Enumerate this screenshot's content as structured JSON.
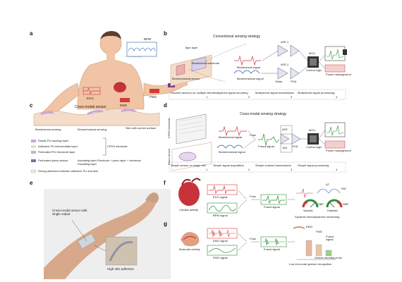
{
  "panels": {
    "a": "a",
    "b": "b",
    "c": "c",
    "d": "d",
    "e": "e",
    "f": "f",
    "g": "g"
  },
  "panel_a": {
    "ecg": "ECG",
    "emg": "EMG",
    "fmg": "FMG",
    "bpw": "BPW"
  },
  "panel_b": {
    "title": "Conventional sensing strategy",
    "sensor_label": "Biomechanical sensor",
    "electrode_label": "Bioelectrical electrode",
    "tape_label": "Tape layer",
    "bioelectrical": "Bioelectrical signal",
    "biomechanical": "Biomechanical signal",
    "amp1": "AFE 1",
    "amp2": "AFE 2",
    "pga": "PGA",
    "vbias": "Vbias",
    "mcu": "MCU",
    "control_logic": "Control logic",
    "power": "Power management",
    "steps": [
      {
        "text": "Discrete sensors on multiple sites",
        "num": "1"
      },
      {
        "text": "Multiplexed signal recording",
        "num": "2"
      },
      {
        "text": "Multiplexed signal transmission",
        "num": "3"
      },
      {
        "text": "Multiplexed signal processing",
        "num": "4"
      }
    ]
  },
  "panel_c": {
    "title": "Cross-modal sensor",
    "bioelectrical": "Bioelectrical sensing",
    "biomechanical": "Biomechanical sensing",
    "skin": "Skin with curved surface",
    "legend": [
      {
        "text": "Elastic PU backing layer",
        "color": "#c9a6d8"
      },
      {
        "text": "Adhesive PU intermediate layer",
        "color": "#f3d9b8"
      },
      {
        "text": "Perforated PU electrode layer",
        "color": "#b9b9c2"
      },
      {
        "text": "Perforated piezo-sensor",
        "color": "#8a6a9a"
      }
    ],
    "bracket_label": "CPHS electrode",
    "insulating_note": "Insulating layer Electrode + piezo layer + electrode Insulating layer",
    "adhesion_note": "Strong adhesion between adhesive PU and skin"
  },
  "panel_d": {
    "title": "Cross-modal sensing strategy",
    "side1": "CPHS electrode",
    "side2": "Piezo sensor",
    "bioelectrical": "Bioelectrical signal",
    "biomechanical": "Biomechanical signal",
    "fuse": "Fuse",
    "fused": "Fused signal",
    "amp": "AFE",
    "buf": "Buf",
    "pga": "PGA",
    "mcu": "MCU",
    "control_logic": "Control logic",
    "power": "Power management",
    "steps": [
      {
        "text": "Simple sensor on single site",
        "num": "1"
      },
      {
        "text": "Simple signal acquisition",
        "num": "2"
      },
      {
        "text": "Simple channel transmission",
        "num": "3"
      },
      {
        "text": "Simple signal processing",
        "num": "4"
      }
    ]
  },
  "panel_e": {
    "label": "Cross-modal sensor with single output",
    "adhesion": "High skin adhesion"
  },
  "panel_f": {
    "activity": "Cardiac activity",
    "ecg": "ECG signal",
    "bpw": "BPW signal",
    "fuse": "Fuse",
    "fused": "Fused signal",
    "output": "Dynamic hemodynamics monitoring",
    "gauge1": "Systolic",
    "gauge2": "Diastolic",
    "sbp": "SBP",
    "dbp": "DBP",
    "pat": "PAT",
    "delta_t": "ΔT"
  },
  "panel_g": {
    "activity": "Muscular activity",
    "emg": "EMG signal",
    "fmg": "FMG signal",
    "fuse": "Fuse",
    "fused": "Fused signal",
    "output": "Low error-rate gesture recognition",
    "bars": [
      {
        "label": "EMG",
        "value": 0.55
      },
      {
        "label": "FMG",
        "value": 0.4
      },
      {
        "label": "Fused signal",
        "value": 0.2
      }
    ],
    "bar_axis": "Gesture decoding errors"
  },
  "colors": {
    "red": "#d23a3a",
    "green": "#2e8b3a",
    "blue": "#2a5aa8",
    "purple": "#7a3c8a",
    "skin": "#f0c4a4"
  }
}
